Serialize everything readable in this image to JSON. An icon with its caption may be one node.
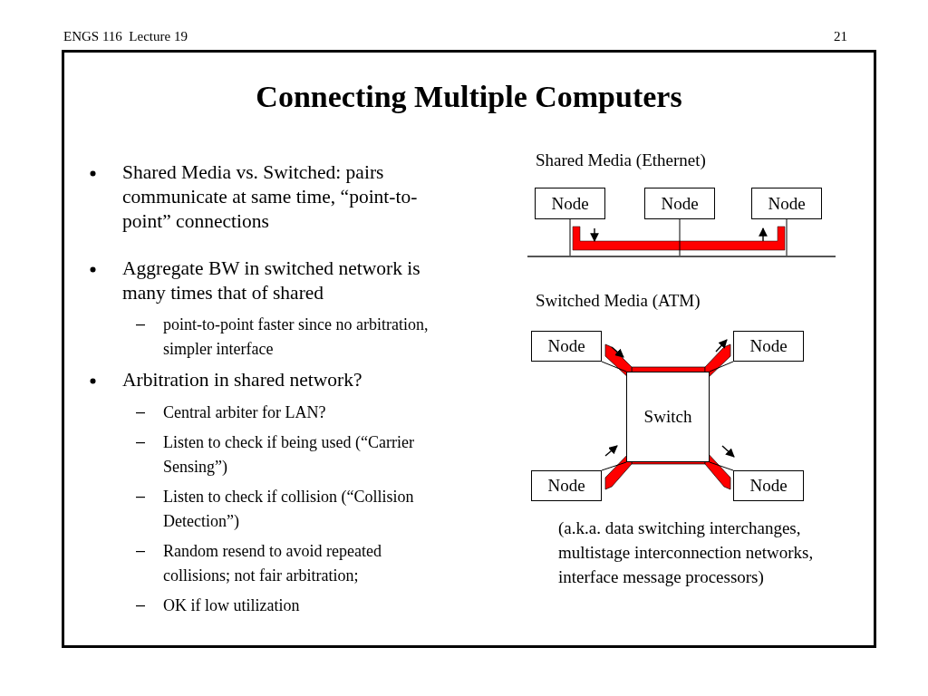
{
  "diagram": {
    "title": "Connecting Multiple Computers",
    "nodes": [
      {
        "text": [
          "Node"
        ]
      },
      {
        "text": [
          "Node"
        ]
      },
      {
        "text": [
          "Node"
        ]
      },
      {
        "text": [],
        "shape": "bar"
      },
      {
        "text": [
          "Node"
        ]
      },
      {
        "text": [
          "Node"
        ]
      },
      {
        "text": [
          "Switch"
        ]
      },
      {
        "text": [
          "Node"
        ]
      },
      {
        "text": [
          "Node"
        ]
      }
    ],
    "edges": [
      {
        "from": 0,
        "to": 3,
        "arrow": "none"
      },
      {
        "from": 1,
        "to": 3,
        "arrow": "none"
      },
      {
        "from": 2,
        "to": 3,
        "arrow": "none"
      },
      {
        "from": 4,
        "to": 6,
        "arrow": "none"
      },
      {
        "from": 5,
        "to": 6,
        "arrow": "none"
      },
      {
        "from": 7,
        "to": 6,
        "arrow": "none"
      },
      {
        "from": 8,
        "to": 6,
        "arrow": "none"
      }
    ],
    "labels": [
      "ENGS 116  Lecture 19",
      "21",
      "Shared Media vs. Switched: pairs communicate at same time, “point-to-point” connections",
      "Aggregate BW in switched network is many times that of shared",
      "point-to-point faster since no arbitration, simpler interface",
      "Arbitration in shared network?",
      "Central arbiter for LAN?",
      "Listen to check if being used (“Carrier Sensing”)",
      "Listen to check if collision (“Collision Detection”)",
      "Random resend to avoid repeated collisions;  not fair arbitration;",
      "OK if low utilization",
      "Shared Media (Ethernet)",
      "Switched Media (ATM)",
      "(a.k.a. data switching interchanges, multistage interconnection networks, interface message processors)"
    ]
  }
}
